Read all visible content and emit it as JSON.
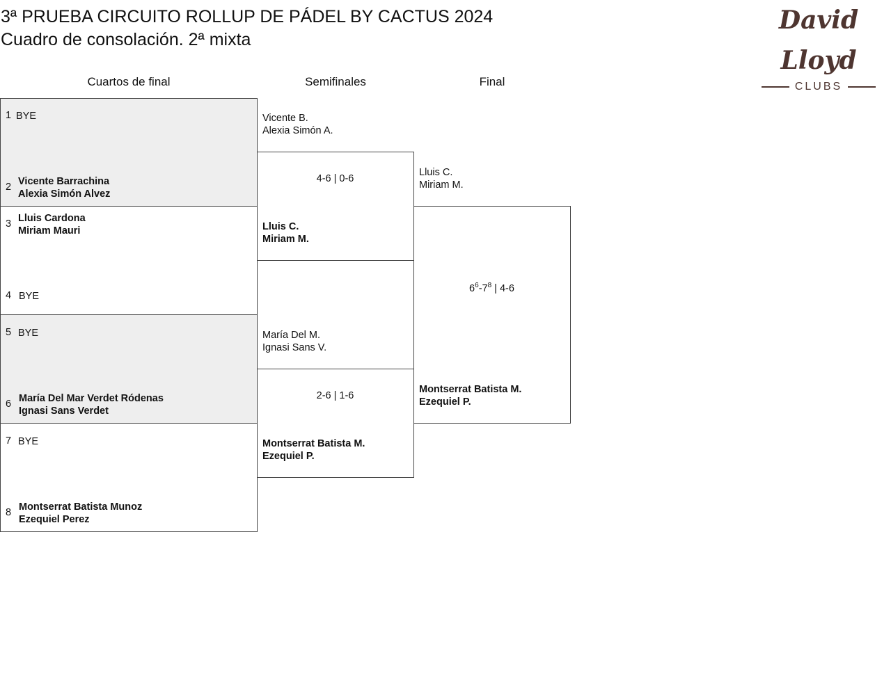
{
  "title": "3ª PRUEBA CIRCUITO ROLLUP DE PÁDEL BY CACTUS 2024",
  "subtitle": "Cuadro de consolación. 2ª mixta",
  "logo": {
    "script": "David Lloyd",
    "sub": "CLUBS"
  },
  "rounds": [
    "Cuartos de final",
    "Semifinales",
    "Final"
  ],
  "quarterfinals": [
    {
      "seed": "1",
      "p1": "BYE",
      "p2": ""
    },
    {
      "seed": "2",
      "p1": "Vicente Barrachina",
      "p2": "Alexia Simón Alvez"
    },
    {
      "seed": "3",
      "p1": "Lluis Cardona",
      "p2": "Miriam Mauri"
    },
    {
      "seed": "4",
      "p1": "BYE",
      "p2": ""
    },
    {
      "seed": "5",
      "p1": "BYE",
      "p2": ""
    },
    {
      "seed": "6",
      "p1": "María Del Mar Verdet Ródenas",
      "p2": "Ignasi Sans Verdet"
    },
    {
      "seed": "7",
      "p1": "BYE",
      "p2": ""
    },
    {
      "seed": "8",
      "p1": "Montserrat Batista Munoz",
      "p2": "Ezequiel Perez"
    }
  ],
  "semifinals": [
    {
      "top": [
        "Vicente B.",
        "Alexia Simón A."
      ],
      "score": "4-6 | 0-6",
      "bottom": [
        "Lluis C.",
        "Miriam M."
      ]
    },
    {
      "top": [
        "María Del M.",
        "Ignasi Sans V."
      ],
      "score": "2-6 | 1-6",
      "bottom": [
        "Montserrat Batista M.",
        "Ezequiel P."
      ]
    }
  ],
  "final": {
    "top": [
      "Lluis C.",
      "Miriam M."
    ],
    "score_a": "6",
    "score_a_sup": "6",
    "score_b": "-7",
    "score_b_sup": "8",
    "score_rest": " | 4-6",
    "bottom": [
      "Montserrat Batista M.",
      "Ezequiel P."
    ]
  }
}
